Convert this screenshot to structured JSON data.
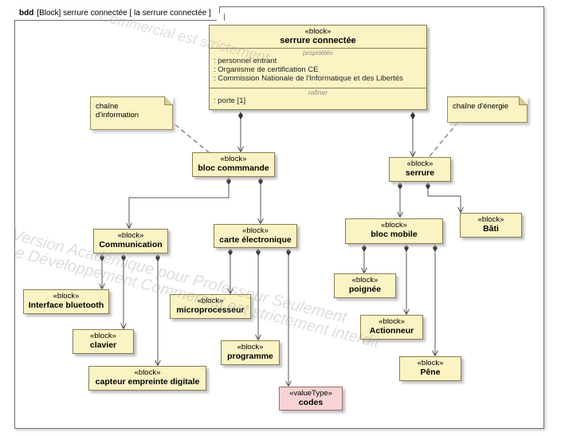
{
  "frame": {
    "kind": "bdd",
    "header": "[Block] serrure connectée [ la serrure connectée ]"
  },
  "blocks": {
    "serrure_connectee": {
      "stereotype": "«block»",
      "name": "serrure connectée",
      "compartment_properties_title": "propriétés",
      "properties": [
        ": personnel entrant",
        ": Organisme de certification CE",
        ": Commission Nationale de l'Informatique et des Libertés"
      ],
      "compartment_refine_title": "rafiner",
      "refine": [
        ": porte [1]"
      ]
    },
    "bloc_commande": {
      "stereotype": "«block»",
      "name": "bloc commmande"
    },
    "serrure": {
      "stereotype": "«block»",
      "name": "serrure"
    },
    "communication": {
      "stereotype": "«block»",
      "name": "Communication"
    },
    "carte_electronique": {
      "stereotype": "«block»",
      "name": "carte électronique"
    },
    "bloc_mobile": {
      "stereotype": "«block»",
      "name": "bloc mobile"
    },
    "bati": {
      "stereotype": "«block»",
      "name": "Bâti"
    },
    "interface_bluetooth": {
      "stereotype": "«block»",
      "name": "Interface bluetooth"
    },
    "clavier": {
      "stereotype": "«block»",
      "name": "clavier"
    },
    "capteur": {
      "stereotype": "«block»",
      "name": "capteur empreinte digitale"
    },
    "microprocesseur": {
      "stereotype": "«block»",
      "name": "microprocesseur"
    },
    "programme": {
      "stereotype": "«block»",
      "name": "programme"
    },
    "codes": {
      "stereotype": "«valueType»",
      "name": "codes"
    },
    "poignee": {
      "stereotype": "«block»",
      "name": "poignée"
    },
    "actionneur": {
      "stereotype": "«block»",
      "name": "Actionneur"
    },
    "pene": {
      "stereotype": "«block»",
      "name": "Pêne"
    }
  },
  "notes": {
    "chaine_information": [
      "chaîne",
      "d'information"
    ],
    "chaine_energie": [
      "chaîne d'énergie"
    ]
  },
  "watermark": {
    "line1": "Version Académique pour Professeur Seulement",
    "line2": "e Développement Commercial est strictement interdit",
    "line3": "Commercial est strictement"
  },
  "colors": {
    "block_fill": "#fbf3c4",
    "value_type_fill": "#f8d3d3",
    "line": "#555555"
  }
}
